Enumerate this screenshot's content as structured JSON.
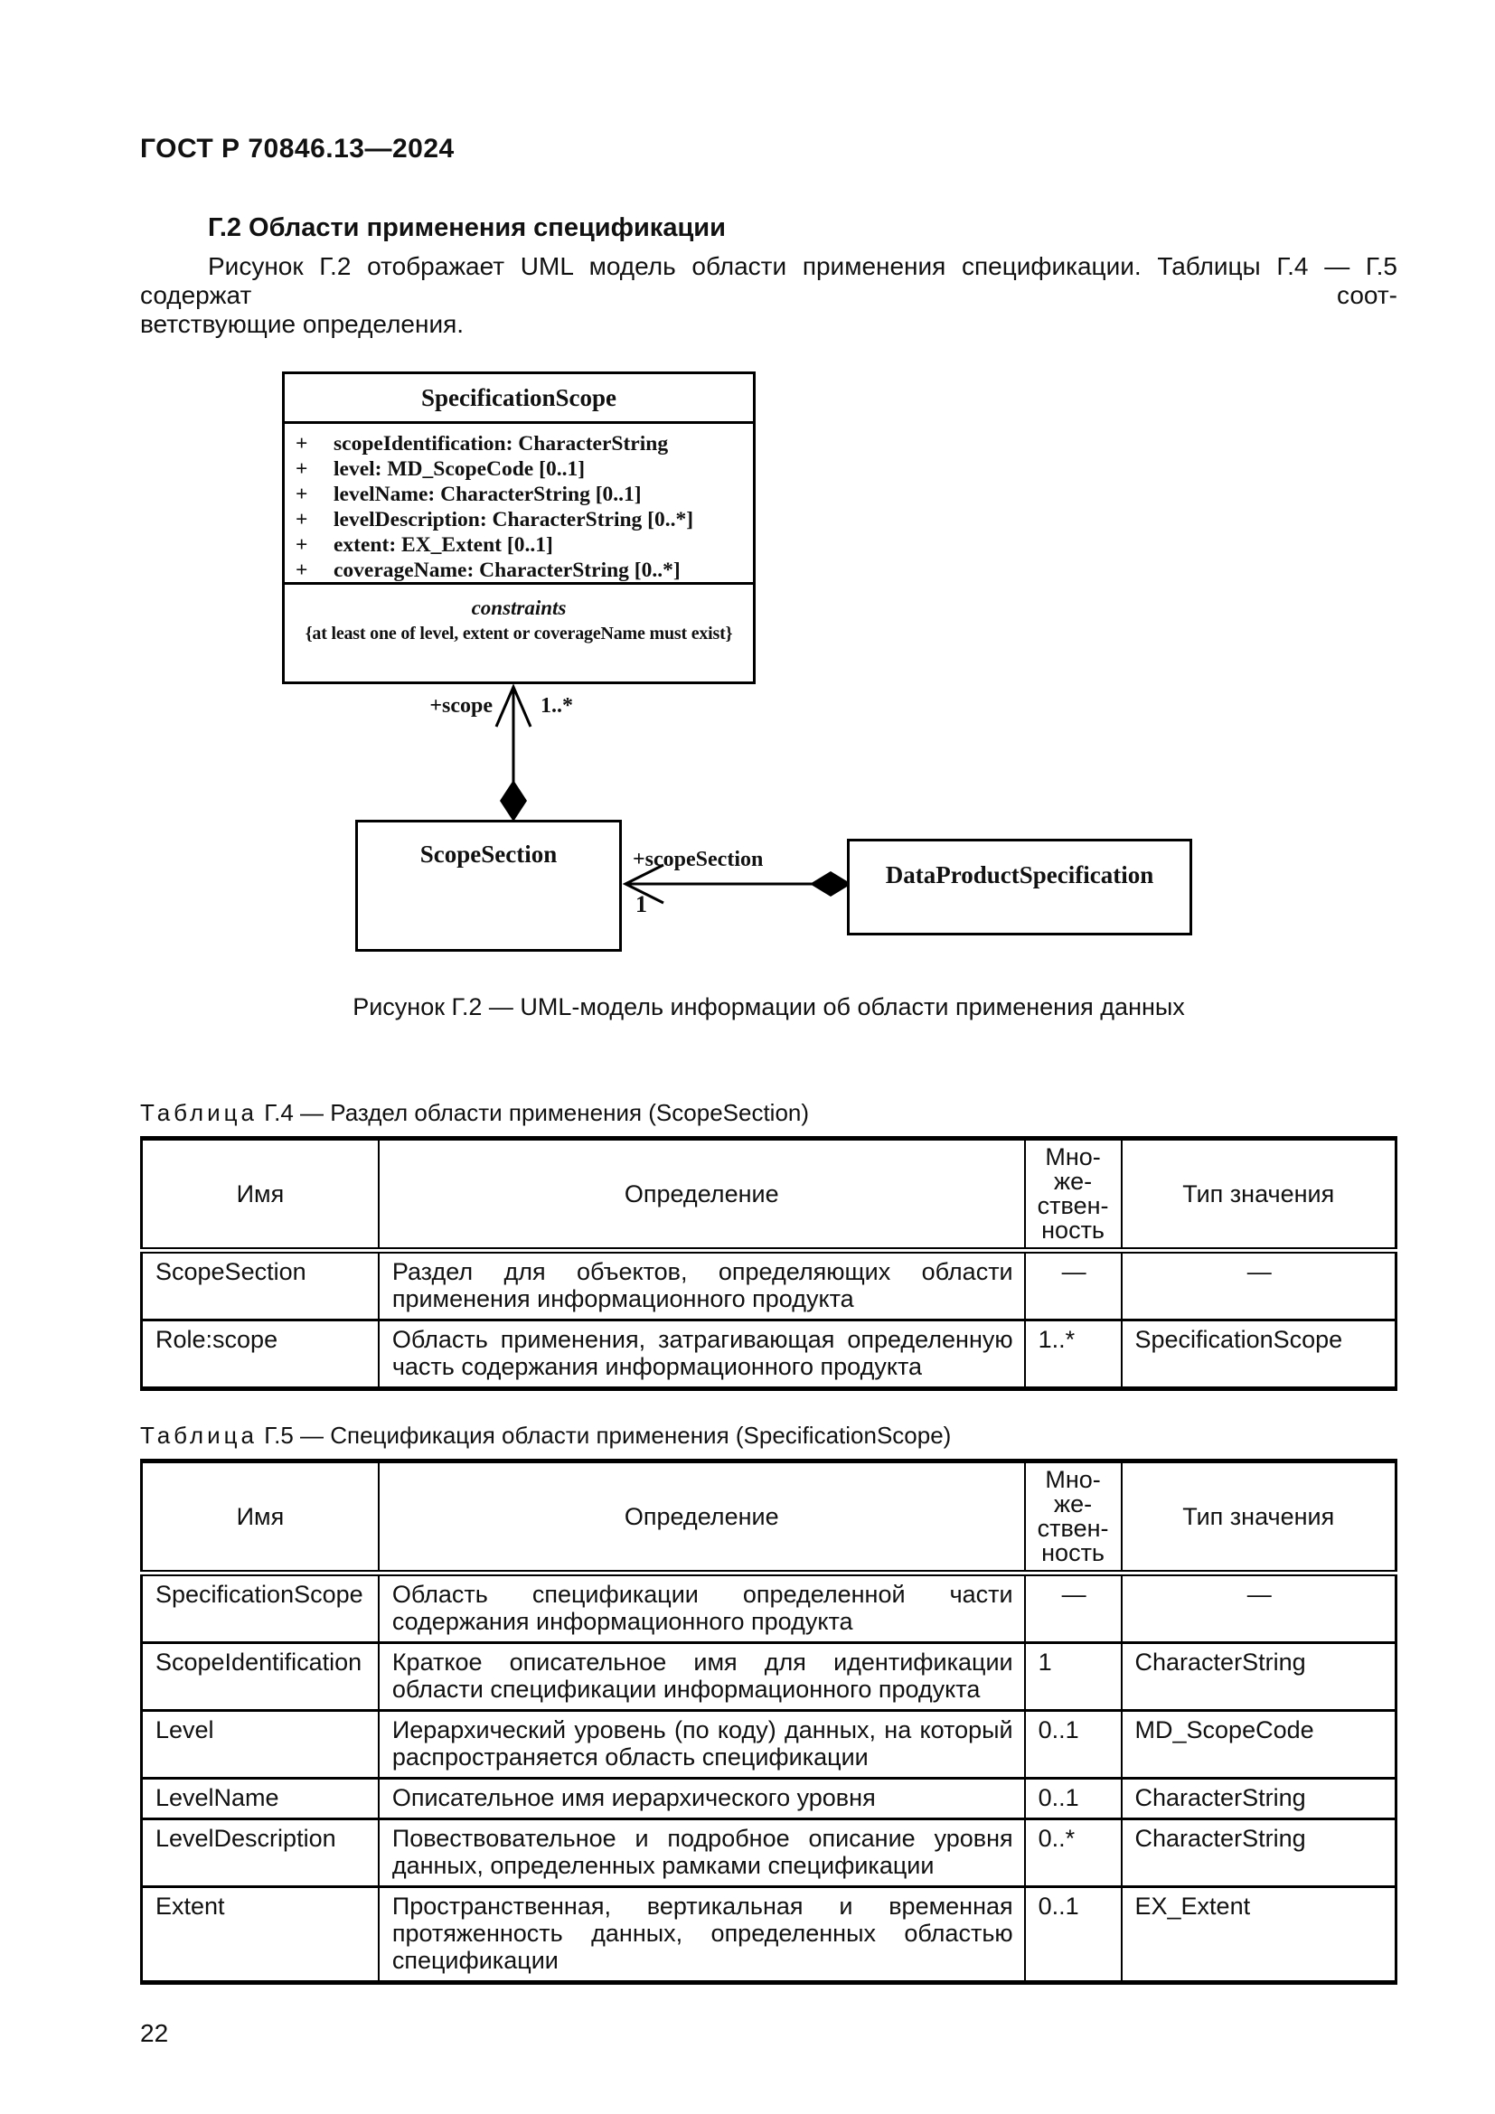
{
  "page": {
    "standard_code": "ГОСТ Р 70846.13—2024",
    "page_number": "22"
  },
  "section": {
    "heading": "Г.2 Области применения спецификации",
    "paragraph_lines": [
      "Рисунок Г.2 отображает UML модель области применения спецификации. Таблицы Г.4 — Г.5 содержат соот-",
      "ветствующие определения."
    ]
  },
  "figure": {
    "caption": "Рисунок Г.2 — UML-модель информации об области применения данных",
    "uml": {
      "specification_scope": {
        "name": "SpecificationScope",
        "attributes": [
          {
            "vis": "+",
            "text": "scopeIdentification: CharacterString"
          },
          {
            "vis": "+",
            "text": "level: MD_ScopeCode [0..1]"
          },
          {
            "vis": "+",
            "text": "levelName: CharacterString [0..1]"
          },
          {
            "vis": "+",
            "text": "levelDescription: CharacterString [0..*]"
          },
          {
            "vis": "+",
            "text": "extent: EX_Extent [0..1]"
          },
          {
            "vis": "+",
            "text": "coverageName: CharacterString [0..*]"
          }
        ],
        "constraints_label": "constraints",
        "constraint": "{at least one of level, extent or coverageName must exist}"
      },
      "scope_section": {
        "name": "ScopeSection"
      },
      "data_product_specification": {
        "name": "DataProductSpecification"
      },
      "associations": {
        "scope_role": "+scope",
        "scope_multiplicity": "1..*",
        "scope_section_role": "+scopeSection",
        "scope_section_multiplicity": "1"
      }
    }
  },
  "table_g4": {
    "label": "Таблица",
    "number": "Г.4",
    "title_rest": "— Раздел области применения (ScopeSection)",
    "headers": {
      "name": "Имя",
      "definition": "Определение",
      "multiplicity": "Мно-\nже-\nствен-\nность",
      "type": "Тип значения"
    },
    "rows": [
      {
        "name": "ScopeSection",
        "definition": "Раздел для объектов, определяющих области применения информационного продукта",
        "multiplicity": "—",
        "type": "—"
      },
      {
        "name": "Role:scope",
        "definition": "Область применения, затрагивающая определенную часть содержания информационного продукта",
        "multiplicity": "1..*",
        "type": "SpecificationScope"
      }
    ]
  },
  "table_g5": {
    "label": "Таблица",
    "number": "Г.5",
    "title_rest": "— Спецификация области применения (SpecificationScope)",
    "headers": {
      "name": "Имя",
      "definition": "Определение",
      "multiplicity": "Мно-\nже-\nствен-\nность",
      "type": "Тип значения"
    },
    "rows": [
      {
        "name": "SpecificationScope",
        "definition": "Область спецификации определенной части содержания информационного продукта",
        "multiplicity": "—",
        "type": "—"
      },
      {
        "name": "ScopeIdentification",
        "definition": "Краткое описательное имя для идентификации области спецификации информационного продукта",
        "multiplicity": "1",
        "type": "CharacterString"
      },
      {
        "name": "Level",
        "definition": "Иерархический уровень (по коду) данных, на который распространяется область спецификации",
        "multiplicity": "0..1",
        "type": "MD_ScopeCode"
      },
      {
        "name": "LevelName",
        "definition": "Описательное имя иерархического уровня",
        "multiplicity": "0..1",
        "type": "CharacterString"
      },
      {
        "name": "LevelDescription",
        "definition": "Повествовательное и подробное описание уровня данных, определенных рамками спецификации",
        "multiplicity": "0..*",
        "type": "CharacterString"
      },
      {
        "name": "Extent",
        "definition": "Пространственная, вертикальная и временная протяженность данных, определенных областью спецификации",
        "multiplicity": "0..1",
        "type": "EX_Extent"
      }
    ]
  }
}
